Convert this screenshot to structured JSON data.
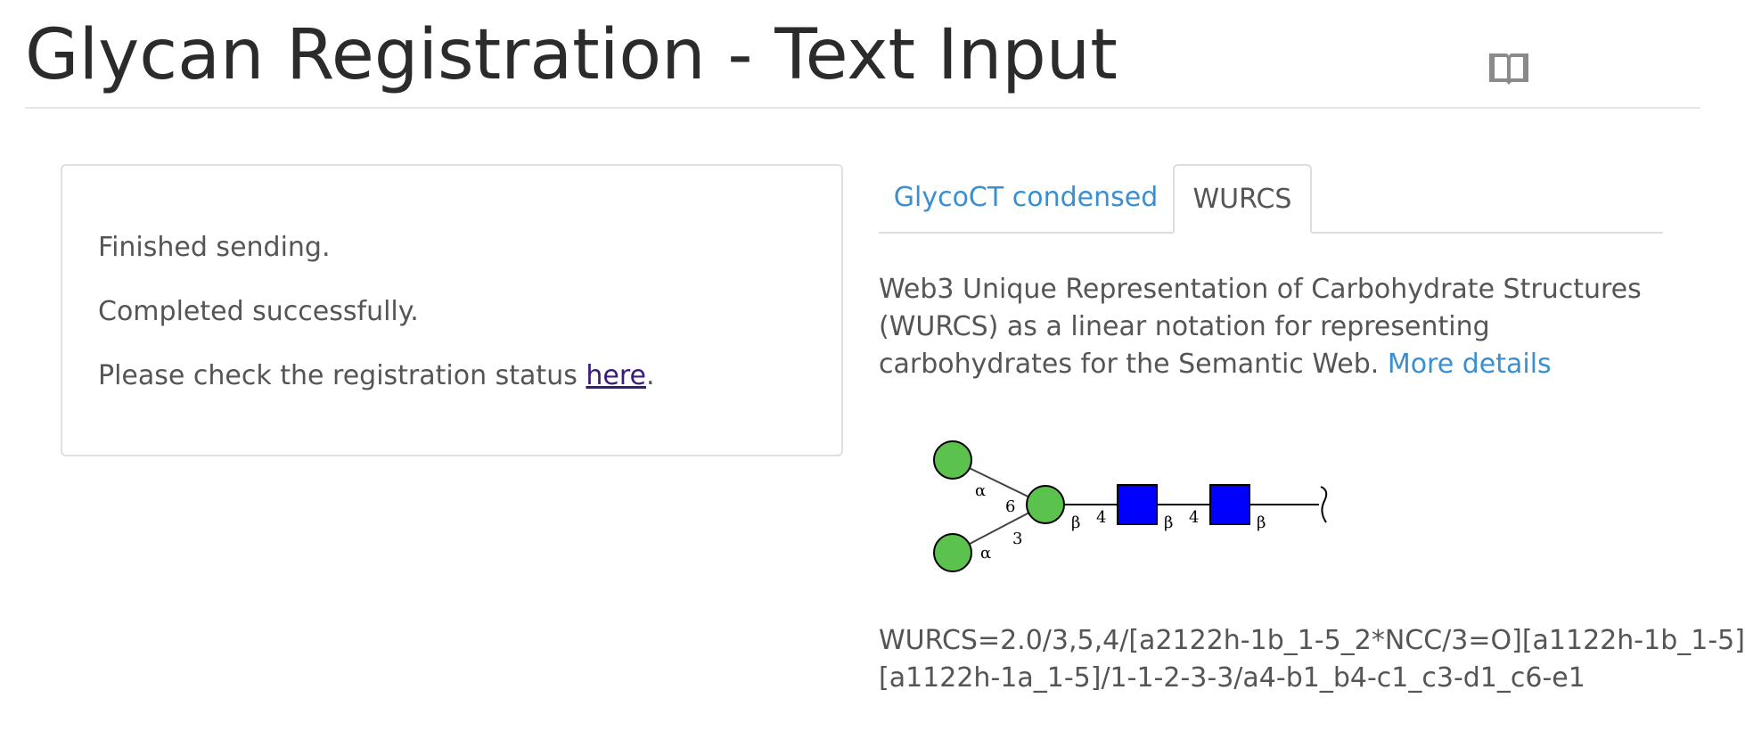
{
  "header": {
    "title": "Glycan Registration - Text Input",
    "manual_icon": "book-icon"
  },
  "status": {
    "line1": "Finished sending.",
    "line2": "Completed successfully.",
    "line3_prefix": "Please check the registration status ",
    "line3_link": "here",
    "line3_suffix": "."
  },
  "tabs": [
    {
      "label": "GlycoCT condensed",
      "active": false
    },
    {
      "label": "WURCS",
      "active": true
    }
  ],
  "description": {
    "text": "Web3 Unique Representation of Carbohydrate Structures (WURCS) as a linear notation for representing carbohydrates for the Semantic Web. ",
    "link": "More details"
  },
  "glycan": {
    "labels": {
      "alpha": "α",
      "beta": "β",
      "six": "6",
      "three": "3",
      "four": "4"
    },
    "colors": {
      "mannose": "#5bc24d",
      "glcnac": "#0000ff",
      "link": "#000000"
    }
  },
  "wurcs": {
    "line1": "WURCS=2.0/3,5,4/[a2122h-1b_1-5_2*NCC/3=O][a1122h-1b_1-5]",
    "line2": "[a1122h-1a_1-5]/1-1-2-3-3/a4-b1_b4-c1_c3-d1_c6-e1"
  },
  "colors": {
    "title": "#2b2b2b",
    "text": "#555555",
    "link": "#3a8fd0",
    "visited_link": "#3b1a78",
    "border": "#dddddd"
  }
}
